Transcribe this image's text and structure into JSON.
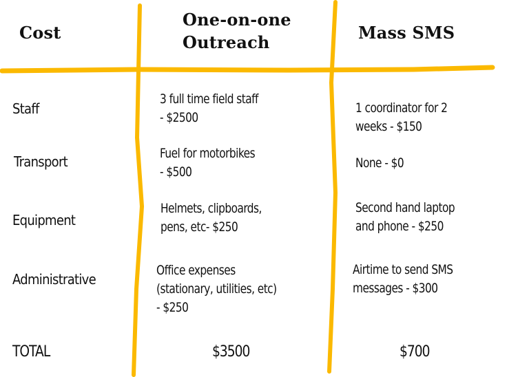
{
  "colors": {
    "line": "#FBB900",
    "text": "#111111",
    "background": "#FFFFFF"
  },
  "table": {
    "headers": {
      "cost": "Cost",
      "one_on_one": "One-on-one\nOutreach",
      "one_on_one_line1": "One-on-one",
      "one_on_one_line2": "Outreach",
      "mass_sms": "Mass SMS"
    },
    "rows": [
      {
        "label": "Staff",
        "one_on_one": "3 full time field staff\n- $2500",
        "mass_sms": "1 coordinator for 2\nweeks - $150"
      },
      {
        "label": "Transport",
        "one_on_one": "Fuel for motorbikes\n- $500",
        "mass_sms": "None - $0"
      },
      {
        "label": "Equipment",
        "one_on_one": "Helmets, clipboards,\npens, etc- $250",
        "mass_sms": "Second hand laptop\nand phone - $250"
      },
      {
        "label": "Administrative",
        "one_on_one": "Office expenses\n(stationary, utilities, etc)\n- $250",
        "mass_sms": "Airtime to send SMS\nmessages - $300"
      }
    ],
    "total": {
      "label": "TOTAL",
      "one_on_one": "$3500",
      "mass_sms": "$700"
    }
  }
}
